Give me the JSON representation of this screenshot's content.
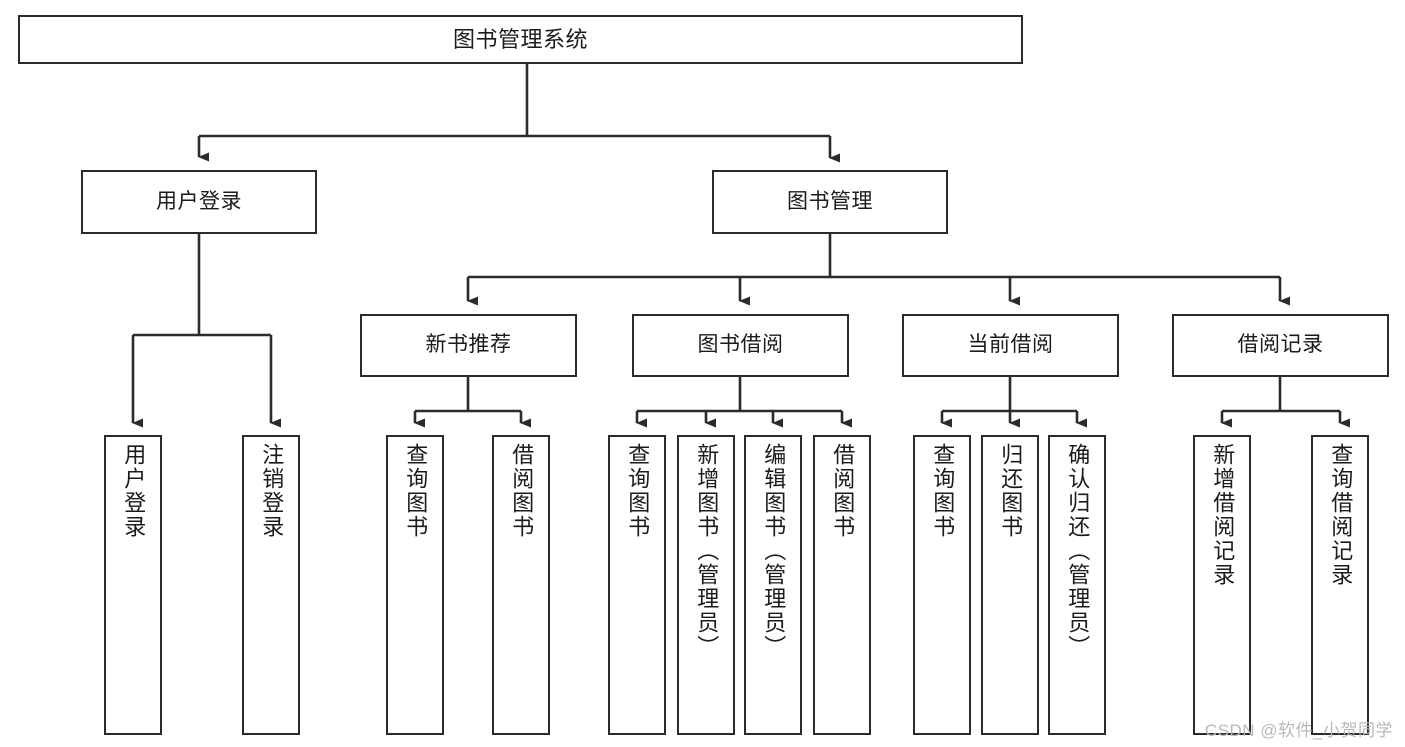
{
  "diagram": {
    "type": "tree",
    "title": "图书管理系统",
    "watermark": "CSDN @软件_小贺同学",
    "colors": {
      "stroke": "#2b2b2b",
      "fill": "#ffffff",
      "text": "#1b1b1b",
      "watermark": "#b9b9b9"
    },
    "levels": [
      {
        "level": 0,
        "nodes": [
          {
            "id": "root",
            "label": "图书管理系统",
            "orientation": "horizontal"
          }
        ]
      },
      {
        "level": 1,
        "nodes": [
          {
            "id": "user-login",
            "label": "用户登录",
            "orientation": "horizontal"
          },
          {
            "id": "book-manage",
            "label": "图书管理",
            "orientation": "horizontal"
          }
        ]
      },
      {
        "level": 2,
        "nodes": [
          {
            "id": "new-book-rec",
            "label": "新书推荐",
            "orientation": "horizontal"
          },
          {
            "id": "book-borrow",
            "label": "图书借阅",
            "orientation": "horizontal"
          },
          {
            "id": "current-borrow",
            "label": "当前借阅",
            "orientation": "horizontal"
          },
          {
            "id": "borrow-record",
            "label": "借阅记录",
            "orientation": "horizontal"
          }
        ]
      },
      {
        "level": 3,
        "nodes": [
          {
            "id": "leaf-user-login",
            "label": "用户登录",
            "orientation": "vertical",
            "parent": "user-login"
          },
          {
            "id": "leaf-user-logout",
            "label": "注销登录",
            "orientation": "vertical",
            "parent": "user-login"
          },
          {
            "id": "leaf-query-book-1",
            "label": "查询图书",
            "orientation": "vertical",
            "parent": "new-book-rec"
          },
          {
            "id": "leaf-borrow-book-1",
            "label": "借阅图书",
            "orientation": "vertical",
            "parent": "new-book-rec"
          },
          {
            "id": "leaf-query-book-2",
            "label": "查询图书",
            "orientation": "vertical",
            "parent": "book-borrow"
          },
          {
            "id": "leaf-add-book",
            "label": "新增图书（管理员）",
            "orientation": "vertical",
            "parent": "book-borrow"
          },
          {
            "id": "leaf-edit-book",
            "label": "编辑图书（管理员）",
            "orientation": "vertical",
            "parent": "book-borrow"
          },
          {
            "id": "leaf-borrow-book-2",
            "label": "借阅图书",
            "orientation": "vertical",
            "parent": "book-borrow"
          },
          {
            "id": "leaf-query-book-3",
            "label": "查询图书",
            "orientation": "vertical",
            "parent": "current-borrow"
          },
          {
            "id": "leaf-return-book",
            "label": "归还图书",
            "orientation": "vertical",
            "parent": "current-borrow"
          },
          {
            "id": "leaf-confirm-return",
            "label": "确认归还（管理员）",
            "orientation": "vertical",
            "parent": "current-borrow"
          },
          {
            "id": "leaf-add-record",
            "label": "新增借阅记录",
            "orientation": "vertical",
            "parent": "borrow-record"
          },
          {
            "id": "leaf-query-record",
            "label": "查询借阅记录",
            "orientation": "vertical",
            "parent": "borrow-record"
          }
        ]
      }
    ]
  }
}
